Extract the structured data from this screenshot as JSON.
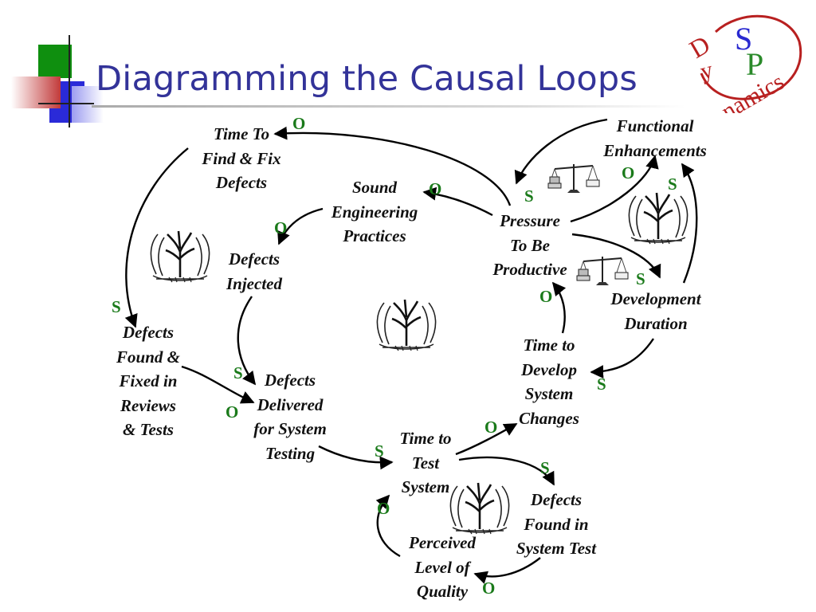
{
  "slide": {
    "title": "Diagramming the Causal Loops"
  },
  "logo": {
    "letter_s": "S",
    "letter_p": "P",
    "text_d": "D",
    "text_y": "y",
    "text_rest": "namics"
  },
  "nodes": {
    "time_to_find_fix": "Time To\nFind & Fix\nDefects",
    "sound_engineering": "Sound\nEngineering\nPractices",
    "pressure_productive": "Pressure\nTo Be\nProductive",
    "functional_enhancements": "Functional\nEnhancements",
    "defects_injected": "Defects\nInjected",
    "development_duration": "Development\nDuration",
    "defects_found_reviews": "Defects\nFound &\nFixed in\nReviews\n& Tests",
    "time_develop_changes": "Time to\nDevelop\nSystem\nChanges",
    "defects_delivered": "Defects\nDelivered\nfor System\nTesting",
    "time_test_system": "Time to\nTest\nSystem",
    "defects_found_system_test": "Defects\nFound in\nSystem Test",
    "perceived_quality": "Perceived\nLevel of\nQuality"
  },
  "polarity": {
    "p1": "O",
    "p2": "O",
    "p3": "O",
    "p4": "S",
    "p5": "O",
    "p6": "S",
    "p7": "S",
    "p8": "S",
    "p9": "O",
    "p10": "S",
    "p11": "O",
    "p12": "S",
    "p13": "S",
    "p14": "O",
    "p15": "S",
    "p16": "O",
    "p17": "O"
  },
  "colors": {
    "title": "#333399",
    "polarity": "#1a7a1a",
    "logo_red": "#b82020",
    "logo_blue": "#2a2ad0",
    "logo_green": "#2a8a2a"
  },
  "icons": [
    "hands-tree-icon",
    "balance-scale-icon"
  ]
}
